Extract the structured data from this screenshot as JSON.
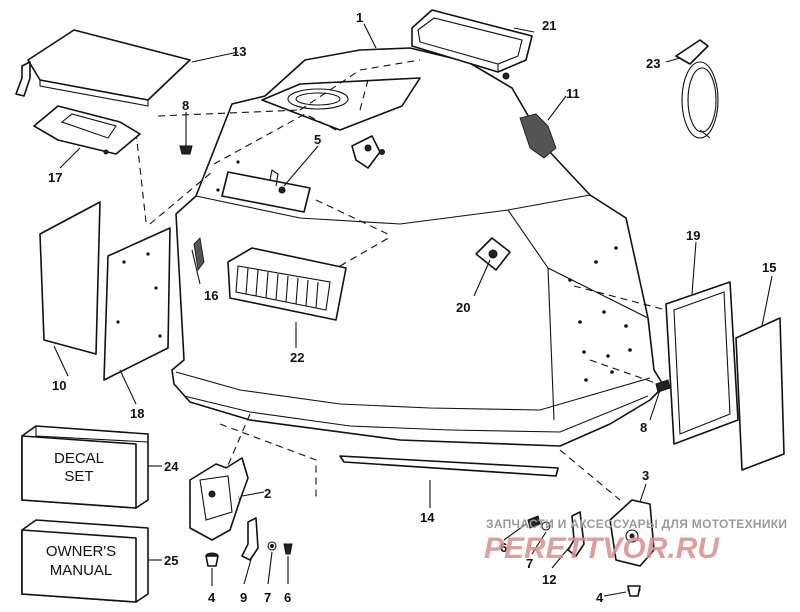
{
  "callouts": {
    "c1": "1",
    "c2": "2",
    "c3": "3",
    "c4a": "4",
    "c4b": "4",
    "c5": "5",
    "c6a": "6",
    "c6b": "6",
    "c7a": "7",
    "c7b": "7",
    "c8a": "8",
    "c8b": "8",
    "c9": "9",
    "c10": "10",
    "c11": "11",
    "c12": "12",
    "c13": "13",
    "c14": "14",
    "c15": "15",
    "c16": "16",
    "c17": "17",
    "c18": "18",
    "c19": "19",
    "c20": "20",
    "c21": "21",
    "c22": "22",
    "c23": "23",
    "c24": "24",
    "c25": "25"
  },
  "boxes": {
    "decal_line1": "DECAL",
    "decal_line2": "SET",
    "manual_line1": "OWNER'S",
    "manual_line2": "MANUAL"
  },
  "watermark": {
    "tagline": "ЗАПЧАСТИ И АКСЕССУАРЫ ДЛЯ МОТОТЕХНИКИ",
    "brand": "PERETTVOR.RU"
  },
  "colors": {
    "ink": "#111111",
    "watermark_text": "#9a9a9a",
    "watermark_brand": "#d98e8e"
  }
}
